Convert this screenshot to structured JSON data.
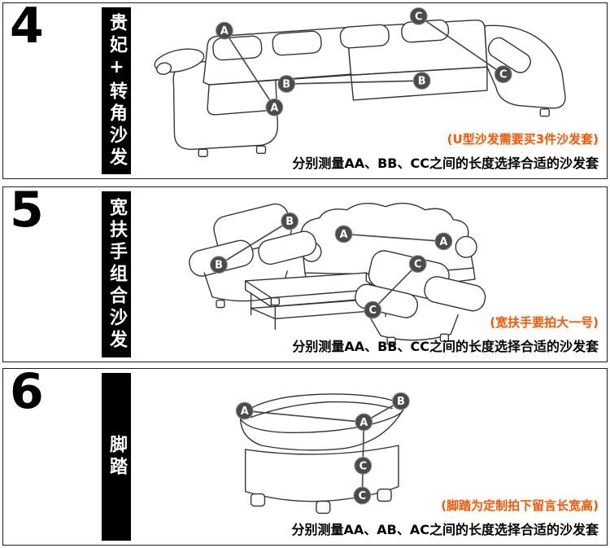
{
  "page": {
    "background": "#ffffff",
    "accent_note_color": "#ff5500",
    "bar_color": "#000000",
    "point_color": "#4b4b4b"
  },
  "sections": [
    {
      "number": "4",
      "label": "贵妃+转角沙发",
      "note": "(U型沙发需要买3件沙发套)",
      "caption": "分别测量AA、BB、CC之间的长度选择合适的沙发套",
      "points": [
        "A",
        "A",
        "B",
        "B",
        "C",
        "C"
      ]
    },
    {
      "number": "5",
      "label": "宽扶手组合沙发",
      "note": "(宽扶手要拍大一号)",
      "caption": "分别测量AA、BB、CC之间的长度选择合适的沙发套",
      "points": [
        "A",
        "A",
        "B",
        "B",
        "C",
        "C"
      ]
    },
    {
      "number": "6",
      "label": "脚踏",
      "note": "(脚踏为定制拍下留言长宽高)",
      "caption": "分别测量AA、AB、AC之间的长度选择合适的沙发套",
      "points": [
        "A",
        "A",
        "B",
        "C",
        "C"
      ]
    }
  ]
}
